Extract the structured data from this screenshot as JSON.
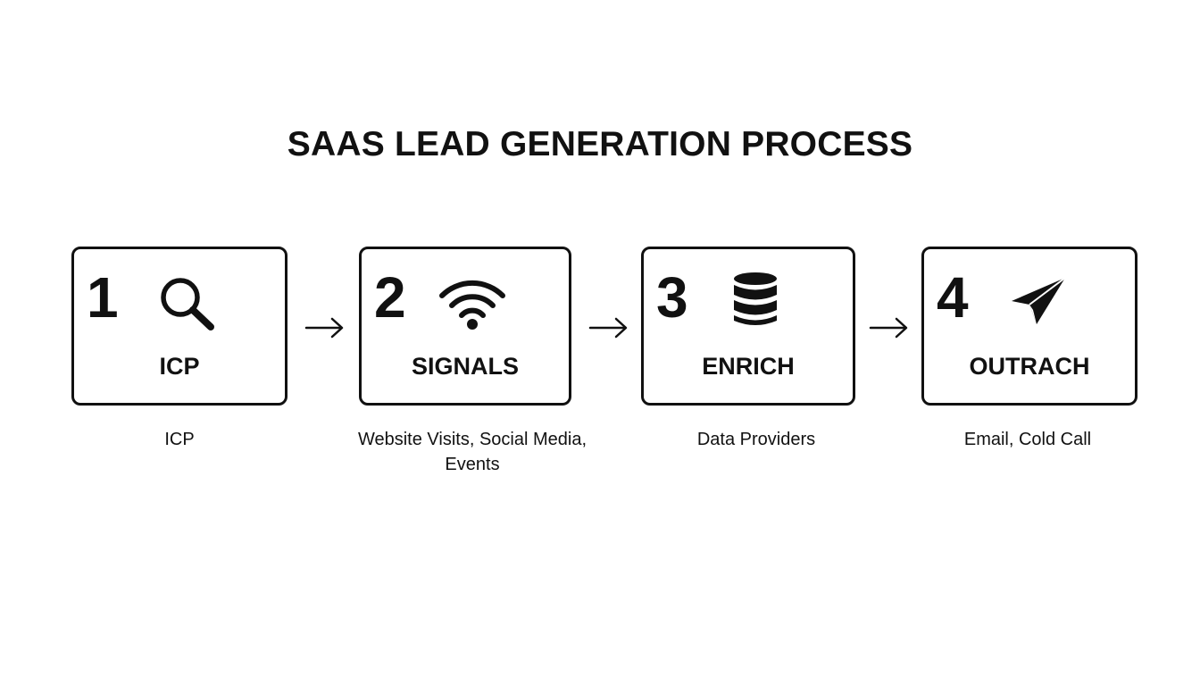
{
  "title": "SAAS LEAD GENERATION PROCESS",
  "steps": [
    {
      "number": "1",
      "label": "ICP",
      "icon": "search-icon",
      "caption": "ICP"
    },
    {
      "number": "2",
      "label": "SIGNALS",
      "icon": "wifi-signal-icon",
      "caption": "Website Visits, Social Media, Events"
    },
    {
      "number": "3",
      "label": "ENRICH",
      "icon": "database-icon",
      "caption": "Data Providers"
    },
    {
      "number": "4",
      "label": "OUTRACH",
      "icon": "paper-plane-icon",
      "caption": "Email, Cold Call"
    }
  ]
}
